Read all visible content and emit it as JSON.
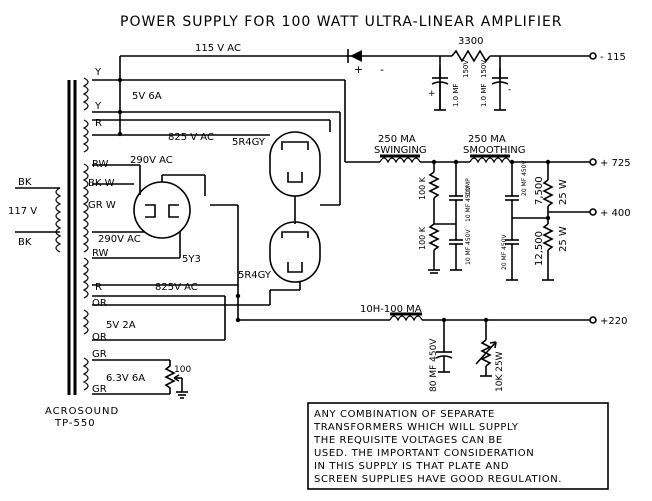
{
  "title": "POWER SUPPLY FOR 100 WATT ULTRA-LINEAR AMPLIFIER",
  "ac_115": "115 V AC",
  "r3300": "3300",
  "neg115": "- 115",
  "plus": "+",
  "minus": "-",
  "cap1": "1.0 MF",
  "cap1v": "150V",
  "cap2": "1.0 MF",
  "cap2v": "150V",
  "y1": "Y",
  "y2": "Y",
  "v5_6a": "5V  6A",
  "r_top": "R",
  "v825_top": "825 V  AC",
  "tube1": "5R4GY",
  "tube2": "5R4GY",
  "tube3": "5Y3",
  "rw1": "RW",
  "v290_top": "290V  AC",
  "bkw": "BK W",
  "bk1": "BK",
  "v117": "117 V",
  "bk2": "BK",
  "grw": "GR W",
  "v290_bot": "290V AC",
  "rw2": "RW",
  "r_bot": "R",
  "v825_bot": "825V AC",
  "or1": "OR",
  "v5_2a": "5V  2A",
  "or2": "OR",
  "gr1": "GR",
  "v63_6a": "6.3V  6A",
  "gr2": "GR",
  "r100": "100",
  "acrosound": "ACROSOUND",
  "tp": "TP-550",
  "ch_swinging_ma": "250 MA",
  "ch_swinging": "SWINGING",
  "ch_smoothing_ma": "250 MA",
  "ch_smoothing": "SMOOTHING",
  "v725": "+ 725",
  "v400": "+ 400",
  "v220": "+220",
  "r100k_1": "100 K",
  "r100k_2": "100 K",
  "c10mf_1": "10 MF 450V",
  "c10mf_2": "10 MF 450V",
  "comp": "COMP",
  "c20mf_1": "20 MF 450V",
  "c20mf_2": "20 MF 450V",
  "r7500": "7,500",
  "r7500w": "25 W",
  "r12500": "12,500",
  "r12500w": "25 W",
  "ch_10h": "10H-100 MA",
  "c80mf": "80 MF 450V",
  "r10k": "10K  25W",
  "note_lines": [
    "ANY COMBINATION OF SEPARATE",
    "TRANSFORMERS WHICH WILL SUPPLY",
    "THE REQUISITE VOLTAGES CAN BE",
    "USED. THE IMPORTANT CONSIDERATION",
    "IN THIS SUPPLY IS THAT PLATE AND",
    "SCREEN SUPPLIES HAVE GOOD REGULATION."
  ]
}
